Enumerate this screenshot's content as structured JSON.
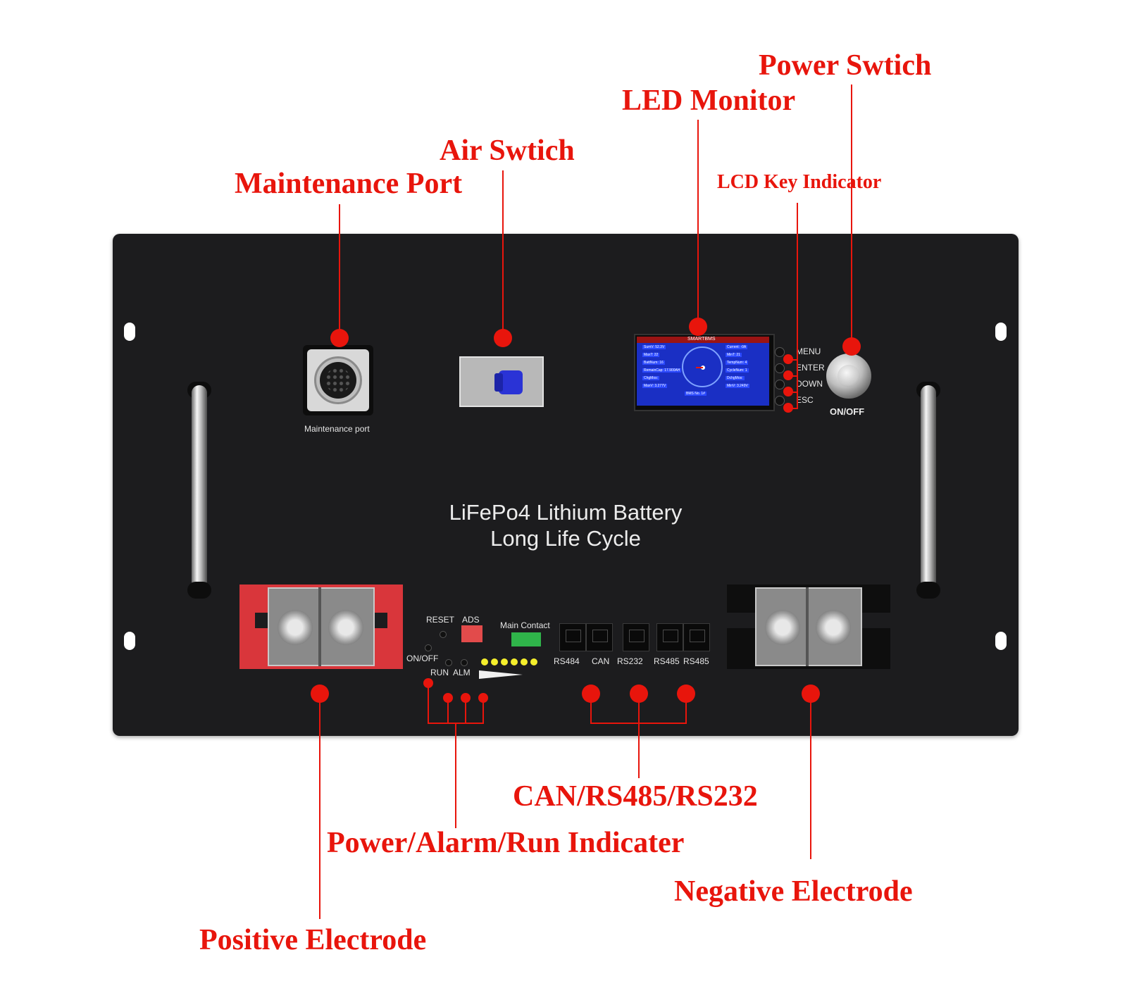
{
  "callouts": {
    "power_switch": "Power Swtich",
    "led_monitor": "LED Monitor",
    "air_switch": "Air Swtich",
    "maintenance_port": "Maintenance Port",
    "lcd_key_indicator": "LCD Key Indicator",
    "can_rs485_rs232": "CAN/RS485/RS232",
    "power_alarm_run": "Power/Alarm/Run Indicater",
    "negative_electrode": "Negative Electrode",
    "positive_electrode": "Positive Electrode"
  },
  "panel": {
    "title": "LiFePo4 Lithium Battery",
    "subtitle": "Long Life Cycle",
    "maintenance_port_label": "Maintenance port",
    "onoff_label": "ON/OFF",
    "keys": [
      "MENU",
      "ENTER",
      "DOWN",
      "ESC"
    ],
    "reset_label": "RESET",
    "ads_label": "ADS",
    "main_contact_label": "Main Contact",
    "small_onoff_label": "ON/OFF",
    "run_label": "RUN",
    "alm_label": "ALM",
    "ports": [
      "RS484",
      "CAN",
      "RS232",
      "RS485",
      "RS485"
    ]
  },
  "lcd": {
    "brand": "SMARTBMS",
    "left_values": [
      "SumV: 52.3V",
      "MaxT: 22",
      "BattNum: 16",
      "RemainCap: 17.900AH",
      "ChgMos:",
      "MaxV: 3.277V"
    ],
    "right_values": [
      "Current: -0A",
      "MinT: 21",
      "TempNum: 4",
      "CycleNum: 1",
      "DchgMos:",
      "MinV: 3.249V"
    ],
    "bms_no": "BMS No. 1#"
  },
  "colors": {
    "accent": "#e8150c",
    "panel": "#1c1c1e",
    "lcd": "#1a2fc4",
    "positive": "#d9363b",
    "led": "#f4ee2c"
  }
}
